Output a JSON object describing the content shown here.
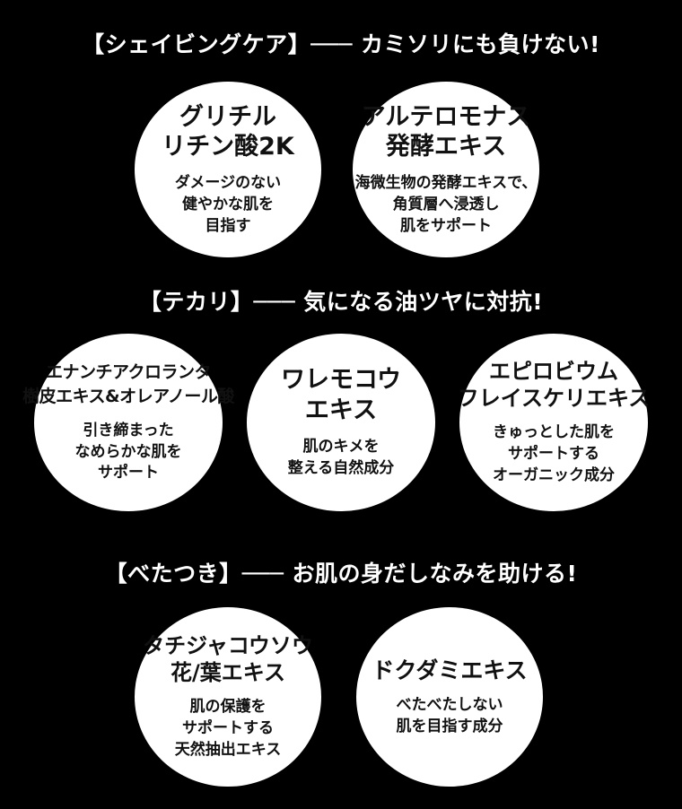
{
  "sections": [
    {
      "heading": "【シェイビングケア】─── カミソリにも負けない!",
      "items": [
        {
          "name": [
            "グリチル",
            "リチン酸2K"
          ],
          "desc": [
            "ダメージのない",
            "健やかな肌を",
            "目指す"
          ]
        },
        {
          "name": [
            "アルテロモナス",
            "発酵エキス"
          ],
          "desc": [
            "海微生物の発酵エキスで、",
            "角質層へ浸透し",
            "肌をサポート"
          ]
        }
      ]
    },
    {
      "heading": "【テカリ】─── 気になる油ツヤに対抗!",
      "items": [
        {
          "name": [
            "エナンチアクロランタ",
            "樹皮エキス&オレアノール酸"
          ],
          "desc": [
            "引き締まった",
            "なめらかな肌を",
            "サポート"
          ]
        },
        {
          "name": [
            "ワレモコウ",
            "エキス"
          ],
          "desc": [
            "肌のキメを",
            "整える自然成分"
          ]
        },
        {
          "name": [
            "エピロビウム",
            "フレイスケリエキス"
          ],
          "desc": [
            "きゅっとした肌を",
            "サポートする",
            "オーガニック成分"
          ]
        }
      ]
    },
    {
      "heading": "【べたつき】─── お肌の身だしなみを助ける!",
      "items": [
        {
          "name": [
            "タチジャコウソウ",
            "花/葉エキス"
          ],
          "desc": [
            "肌の保護を",
            "サポートする",
            "天然抽出エキス"
          ]
        },
        {
          "name": [
            "ドクダミエキス"
          ],
          "desc": [
            "べたべたしない",
            "肌を目指す成分"
          ]
        }
      ]
    }
  ]
}
